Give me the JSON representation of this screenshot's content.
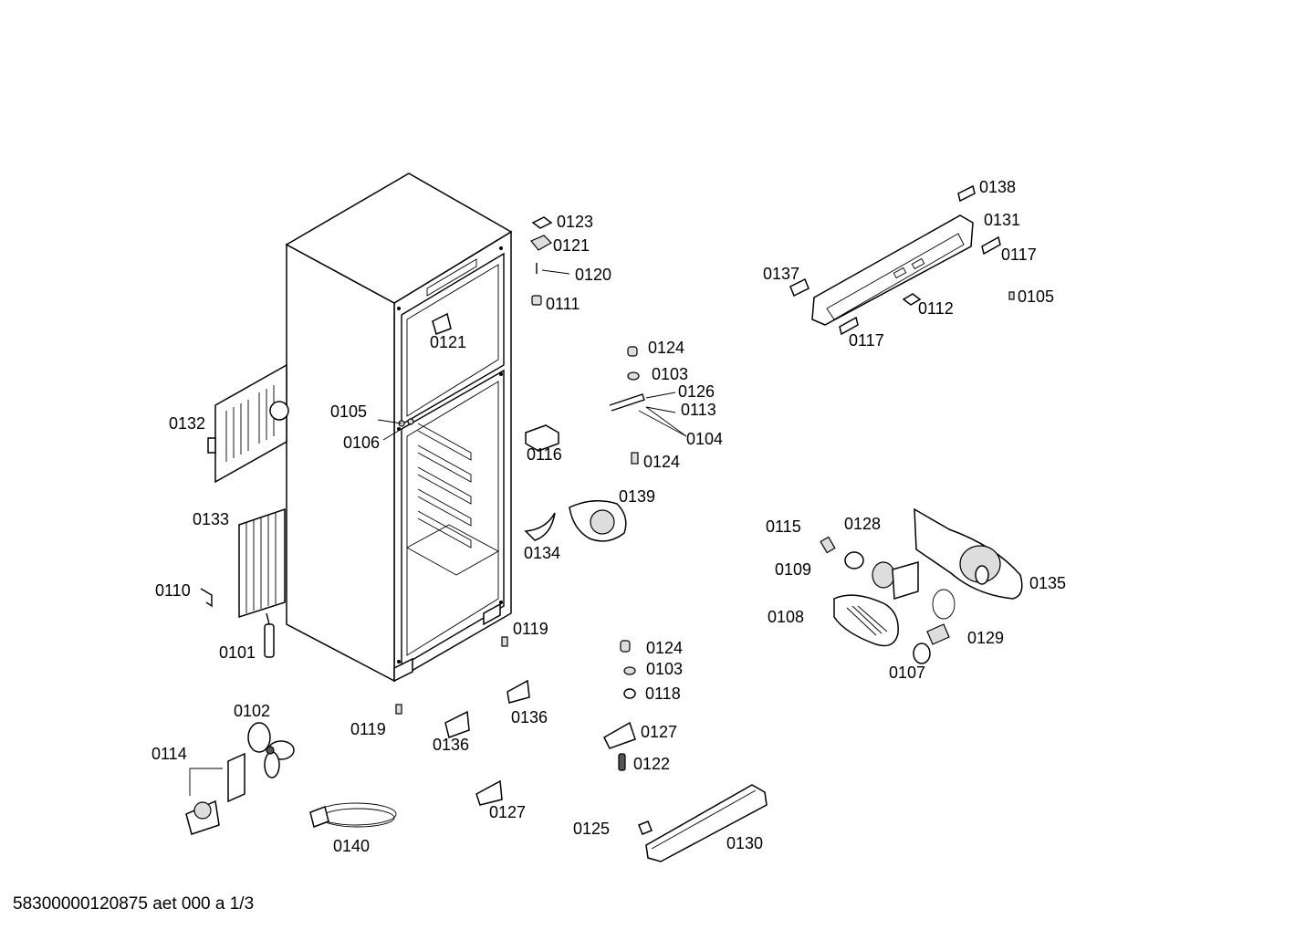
{
  "document_id": "58300000120875 aet 000 a 1/3",
  "labels": {
    "p0123": "0123",
    "p0121a": "0121",
    "p0120": "0120",
    "p0111": "0111",
    "p0121b": "0121",
    "p0124a": "0124",
    "p0103a": "0103",
    "p0126": "0126",
    "p0113": "0113",
    "p0104": "0104",
    "p0124b": "0124",
    "p0105a": "0105",
    "p0106": "0106",
    "p0132": "0132",
    "p0116": "0116",
    "p0139": "0139",
    "p0134": "0134",
    "p0133": "0133",
    "p0110": "0110",
    "p0101": "0101",
    "p0119a": "0119",
    "p0119b": "0119",
    "p0102": "0102",
    "p0114": "0114",
    "p0136a": "0136",
    "p0136b": "0136",
    "p0124c": "0124",
    "p0103b": "0103",
    "p0118": "0118",
    "p0127a": "0127",
    "p0122": "0122",
    "p0127b": "0127",
    "p0140": "0140",
    "p0125": "0125",
    "p0130": "0130",
    "p0138": "0138",
    "p0131": "0131",
    "p0117a": "0117",
    "p0137": "0137",
    "p0105b": "0105",
    "p0112": "0112",
    "p0117b": "0117",
    "p0115": "0115",
    "p0128": "0128",
    "p0109": "0109",
    "p0135": "0135",
    "p0108": "0108",
    "p0129": "0129",
    "p0107": "0107"
  }
}
